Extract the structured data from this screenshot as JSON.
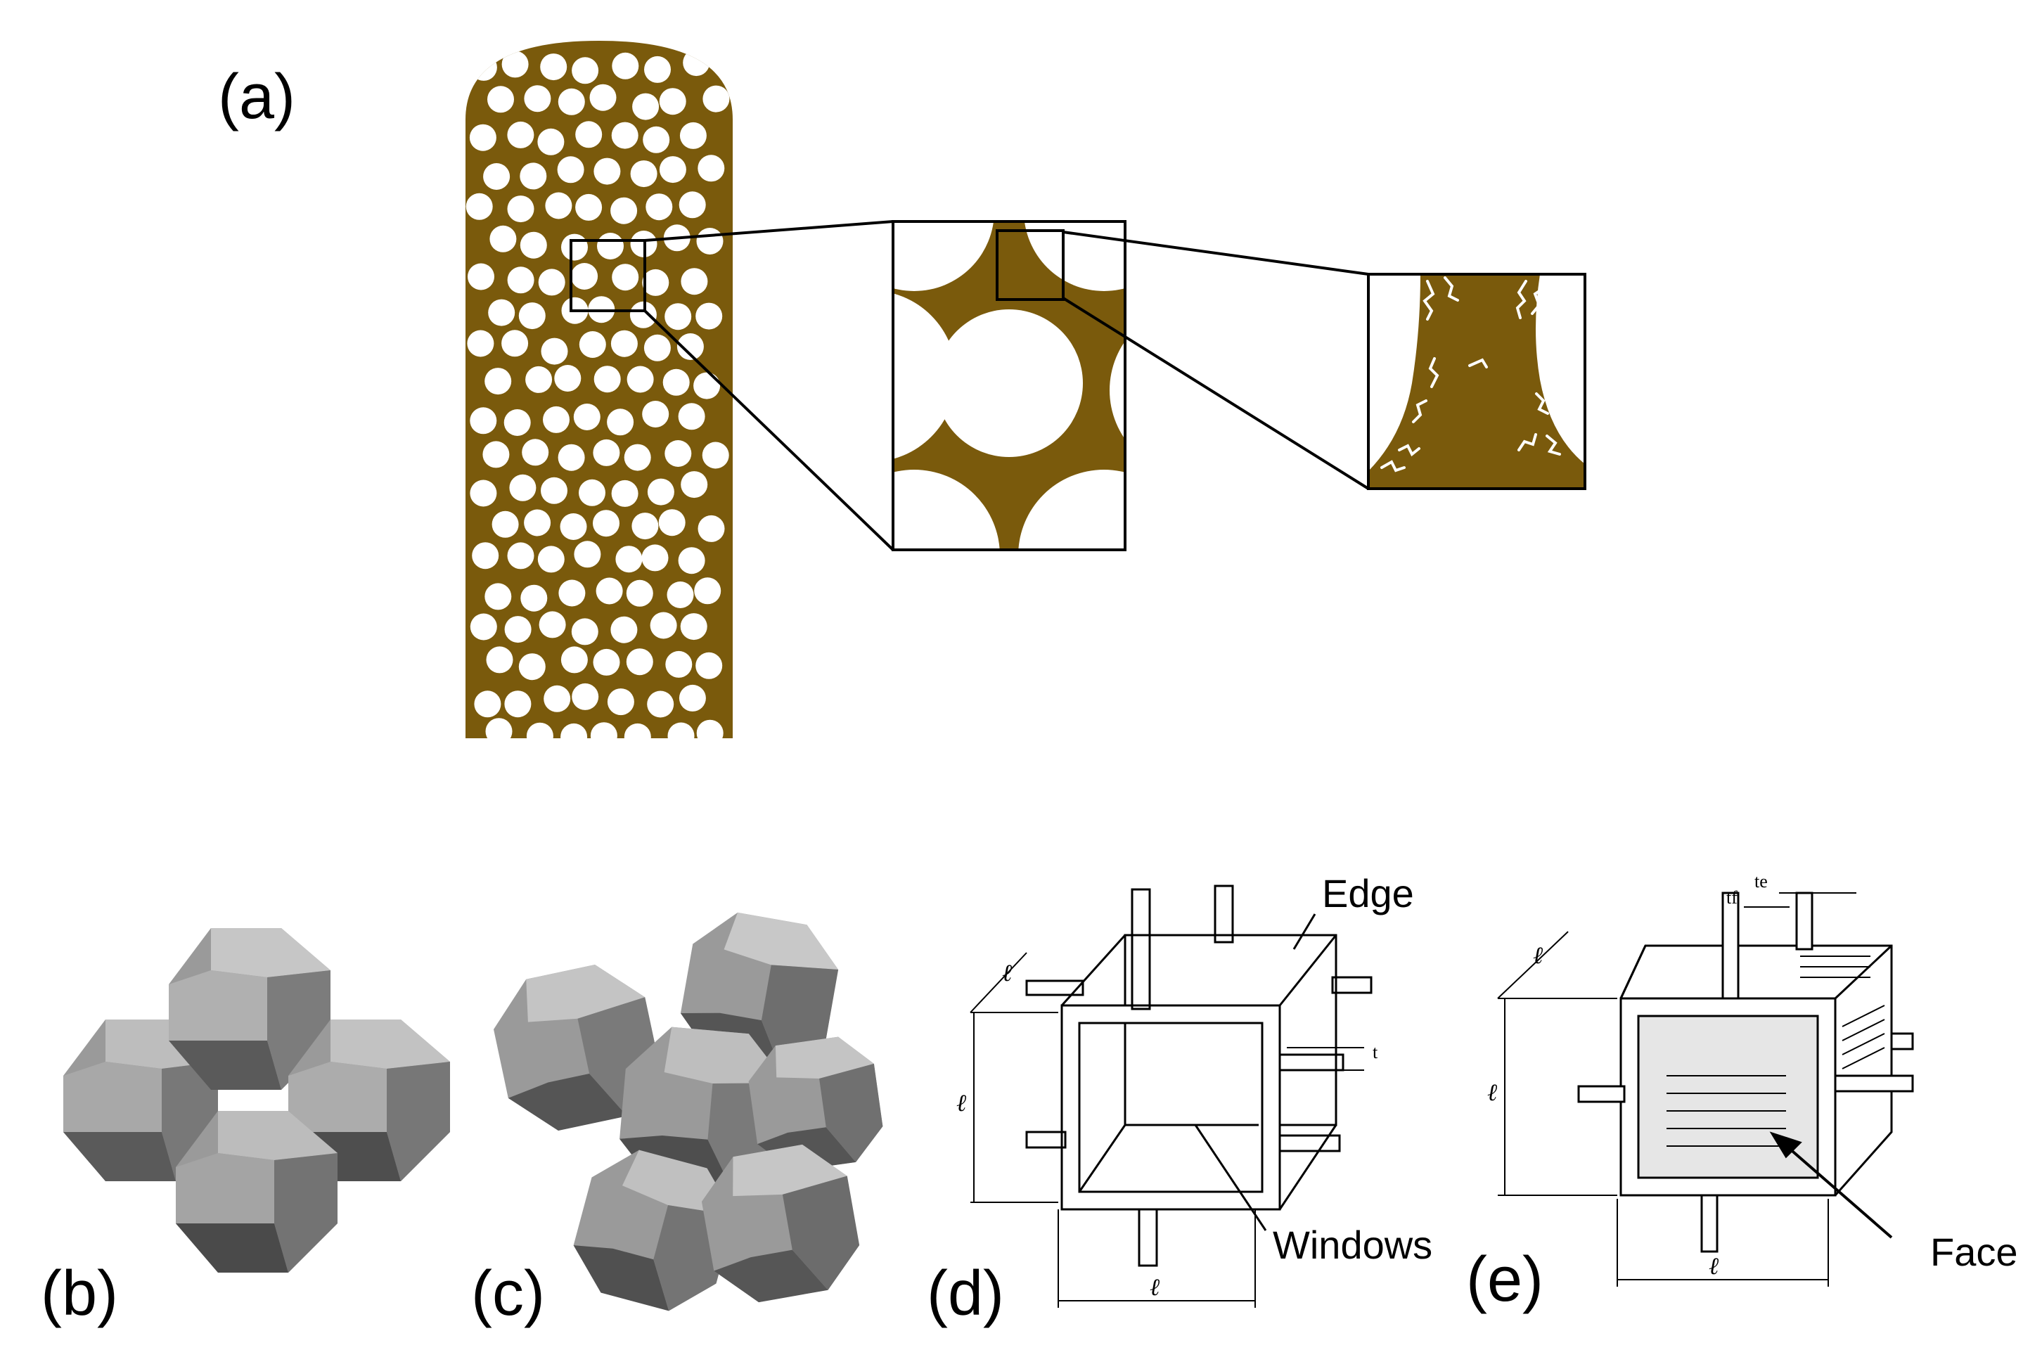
{
  "panels": {
    "a": "(a)",
    "b": "(b)",
    "c": "(c)",
    "d": "(d)",
    "e": "(e)"
  },
  "annotations": {
    "edge": "Edge",
    "windows": "Windows",
    "face": "Face"
  },
  "dimension_labels": {
    "length": "ℓ",
    "thickness": "t",
    "face_thickness": "tf",
    "edge_thickness": "te"
  },
  "colors": {
    "foam_brown": "#7a5a0c",
    "polyhedron_light": "#bdbdbd",
    "polyhedron_mid": "#9a9a9a",
    "polyhedron_dark": "#555555",
    "face_fill": "#e6e6e6"
  }
}
